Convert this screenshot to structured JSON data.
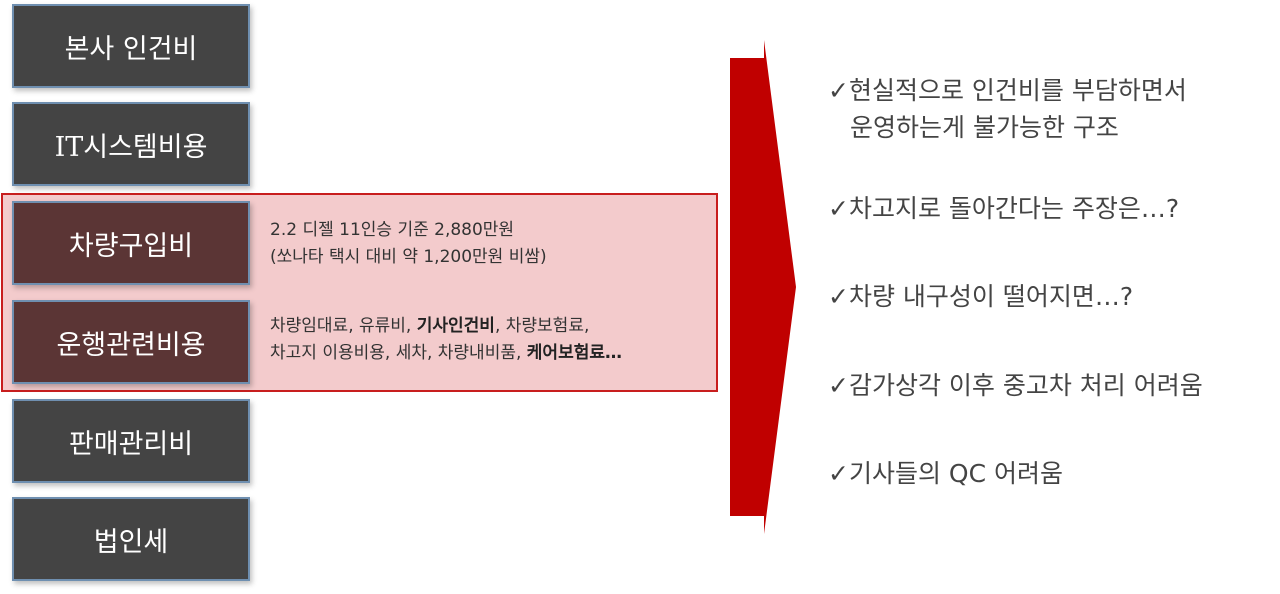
{
  "cost_items": [
    {
      "label": "본사 인건비"
    },
    {
      "label": "IT시스템비용"
    },
    {
      "label": "차량구입비"
    },
    {
      "label": "운행관련비용"
    },
    {
      "label": "판매관리비"
    },
    {
      "label": "법인세"
    }
  ],
  "vehicle_purchase_detail": {
    "line1": "2.2 디젤 11인승 기준 2,880만원",
    "line2": "(쏘나타 택시 대비 약 1,200만원 비쌈)"
  },
  "operation_detail": {
    "line1_a": "차량임대료, 유류비, ",
    "line1_b": "기사인건비",
    "line1_c": ", 차량보험료,",
    "line2_a": "차고지 이용비용, 세차, 차량내비품, ",
    "line2_b": "케어보험료…"
  },
  "issues": [
    {
      "line1": "✓현실적으로 인건비를 부담하면서",
      "line2": "운영하는게 불가능한 구조"
    },
    {
      "line1": "✓차고지로 돌아간다는 주장은…?"
    },
    {
      "line1": "✓차량 내구성이 떨어지면…?"
    },
    {
      "line1": "✓감가상각 이후 중고차 처리 어려움"
    },
    {
      "line1": "✓기사들의 QC 어려움"
    }
  ],
  "colors": {
    "box_dark": "#444444",
    "box_highlight": "#5b3535",
    "box_border": "#6f8fb0",
    "highlight_fill": "#f3cbcc",
    "highlight_border": "#c81e1e",
    "arrow": "#c00000"
  }
}
